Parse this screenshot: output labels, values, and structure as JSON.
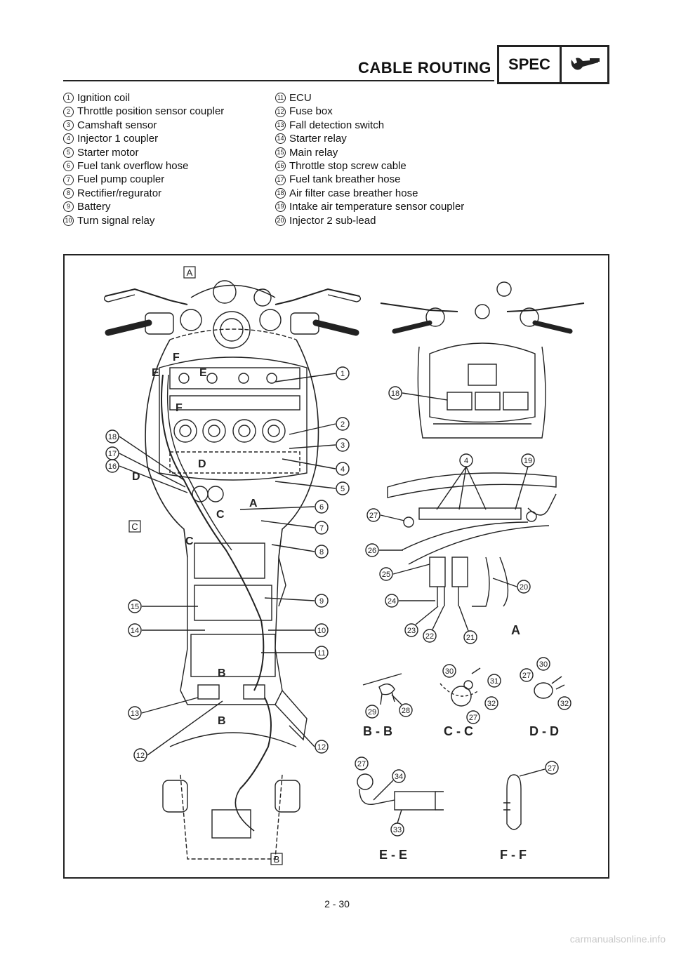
{
  "header": {
    "title": "CABLE ROUTING",
    "spec_label": "SPEC",
    "icon": "wrench-icon"
  },
  "legend_left": [
    {
      "num": "1",
      "text": "Ignition coil"
    },
    {
      "num": "2",
      "text": "Throttle position sensor coupler"
    },
    {
      "num": "3",
      "text": "Camshaft sensor"
    },
    {
      "num": "4",
      "text": "Injector 1 coupler"
    },
    {
      "num": "5",
      "text": "Starter motor"
    },
    {
      "num": "6",
      "text": "Fuel tank overflow hose"
    },
    {
      "num": "7",
      "text": "Fuel pump coupler"
    },
    {
      "num": "8",
      "text": "Rectifier/regurator"
    },
    {
      "num": "9",
      "text": "Battery"
    },
    {
      "num": "10",
      "text": "Turn signal relay"
    }
  ],
  "legend_right": [
    {
      "num": "11",
      "text": "ECU"
    },
    {
      "num": "12",
      "text": "Fuse box"
    },
    {
      "num": "13",
      "text": "Fall detection switch"
    },
    {
      "num": "14",
      "text": "Starter relay"
    },
    {
      "num": "15",
      "text": "Main relay"
    },
    {
      "num": "16",
      "text": "Throttle stop screw cable"
    },
    {
      "num": "17",
      "text": "Fuel tank breather hose"
    },
    {
      "num": "18",
      "text": "Air filter case breather hose"
    },
    {
      "num": "19",
      "text": "Intake air temperature sensor coupler"
    },
    {
      "num": "20",
      "text": "Injector 2 sub-lead"
    }
  ],
  "diagram": {
    "main_view_callouts": {
      "right": [
        "1",
        "2",
        "3",
        "4",
        "5",
        "6",
        "7",
        "8",
        "9",
        "10",
        "11",
        "12"
      ],
      "left": [
        "18",
        "17",
        "16",
        "15",
        "14",
        "13",
        "12"
      ]
    },
    "view_letters": [
      "A",
      "B",
      "C",
      "D",
      "E",
      "F"
    ],
    "box_labels": [
      "A",
      "B",
      "C"
    ],
    "view_a": {
      "label": "A",
      "callouts": [
        "4",
        "19",
        "27",
        "26",
        "25",
        "24",
        "23",
        "22",
        "21",
        "20"
      ]
    },
    "section_bb": {
      "label": "B - B",
      "callouts": [
        "29",
        "28"
      ]
    },
    "section_cc": {
      "label": "C - C",
      "callouts": [
        "30",
        "31",
        "32",
        "27"
      ]
    },
    "section_dd": {
      "label": "D - D",
      "callouts": [
        "30",
        "27",
        "32"
      ]
    },
    "section_ee": {
      "label": "E - E",
      "callouts": [
        "27",
        "34",
        "33"
      ]
    },
    "section_ff": {
      "label": "F - F",
      "callouts": [
        "27"
      ]
    },
    "view_18": {
      "callouts": [
        "18"
      ]
    }
  },
  "page_number": "2 - 30",
  "watermark": "carmanualsonline.info"
}
